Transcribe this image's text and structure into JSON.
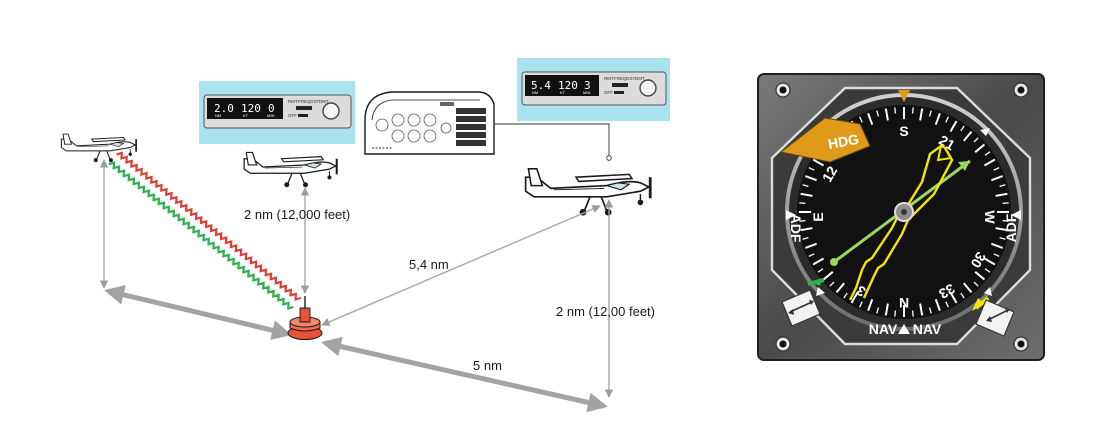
{
  "labels": {
    "slant_range": "2 nm (12,000 feet)",
    "slant_distance": "5,4 nm",
    "ground_distance": "5 nm",
    "altitude_right": "2 nm (12,00 feet)"
  },
  "dme_left": {
    "nm": "2.0",
    "kt": "120",
    "min": "0",
    "nm_unit": "NM",
    "kt_unit": "KT",
    "min_unit": "MIN",
    "controls": [
      "RMT",
      "FREQ",
      "GST",
      "DMT"
    ],
    "off": "OFF"
  },
  "dme_right": {
    "nm": "5.4",
    "kt": "120",
    "min": "3",
    "nm_unit": "NM",
    "kt_unit": "KT",
    "min_unit": "MIN",
    "controls": [
      "RMT",
      "FREQ",
      "GST",
      "DMT"
    ],
    "off": "OFF"
  },
  "rmi": {
    "hdg_flag": "HDG",
    "cardinal": [
      "S",
      "21",
      "W",
      "30",
      "33",
      "N",
      "3",
      "E",
      "12"
    ],
    "adf_left": "ADF",
    "adf_right": "ADF",
    "nav_left": "NAV",
    "nav_right": "NAV"
  },
  "colors": {
    "dme_glow": "#a9e3f0",
    "station_red": "#e8503a",
    "signal_red": "#d9403a",
    "signal_green": "#2fb04f",
    "hdg_orange": "#e09a1a",
    "needle_yellow": "#f2e600",
    "needle_green": "#9bd860",
    "arrow_gray": "#a7a7a7",
    "bezel_dark": "#2a2a2a",
    "dial_black": "#111111"
  }
}
